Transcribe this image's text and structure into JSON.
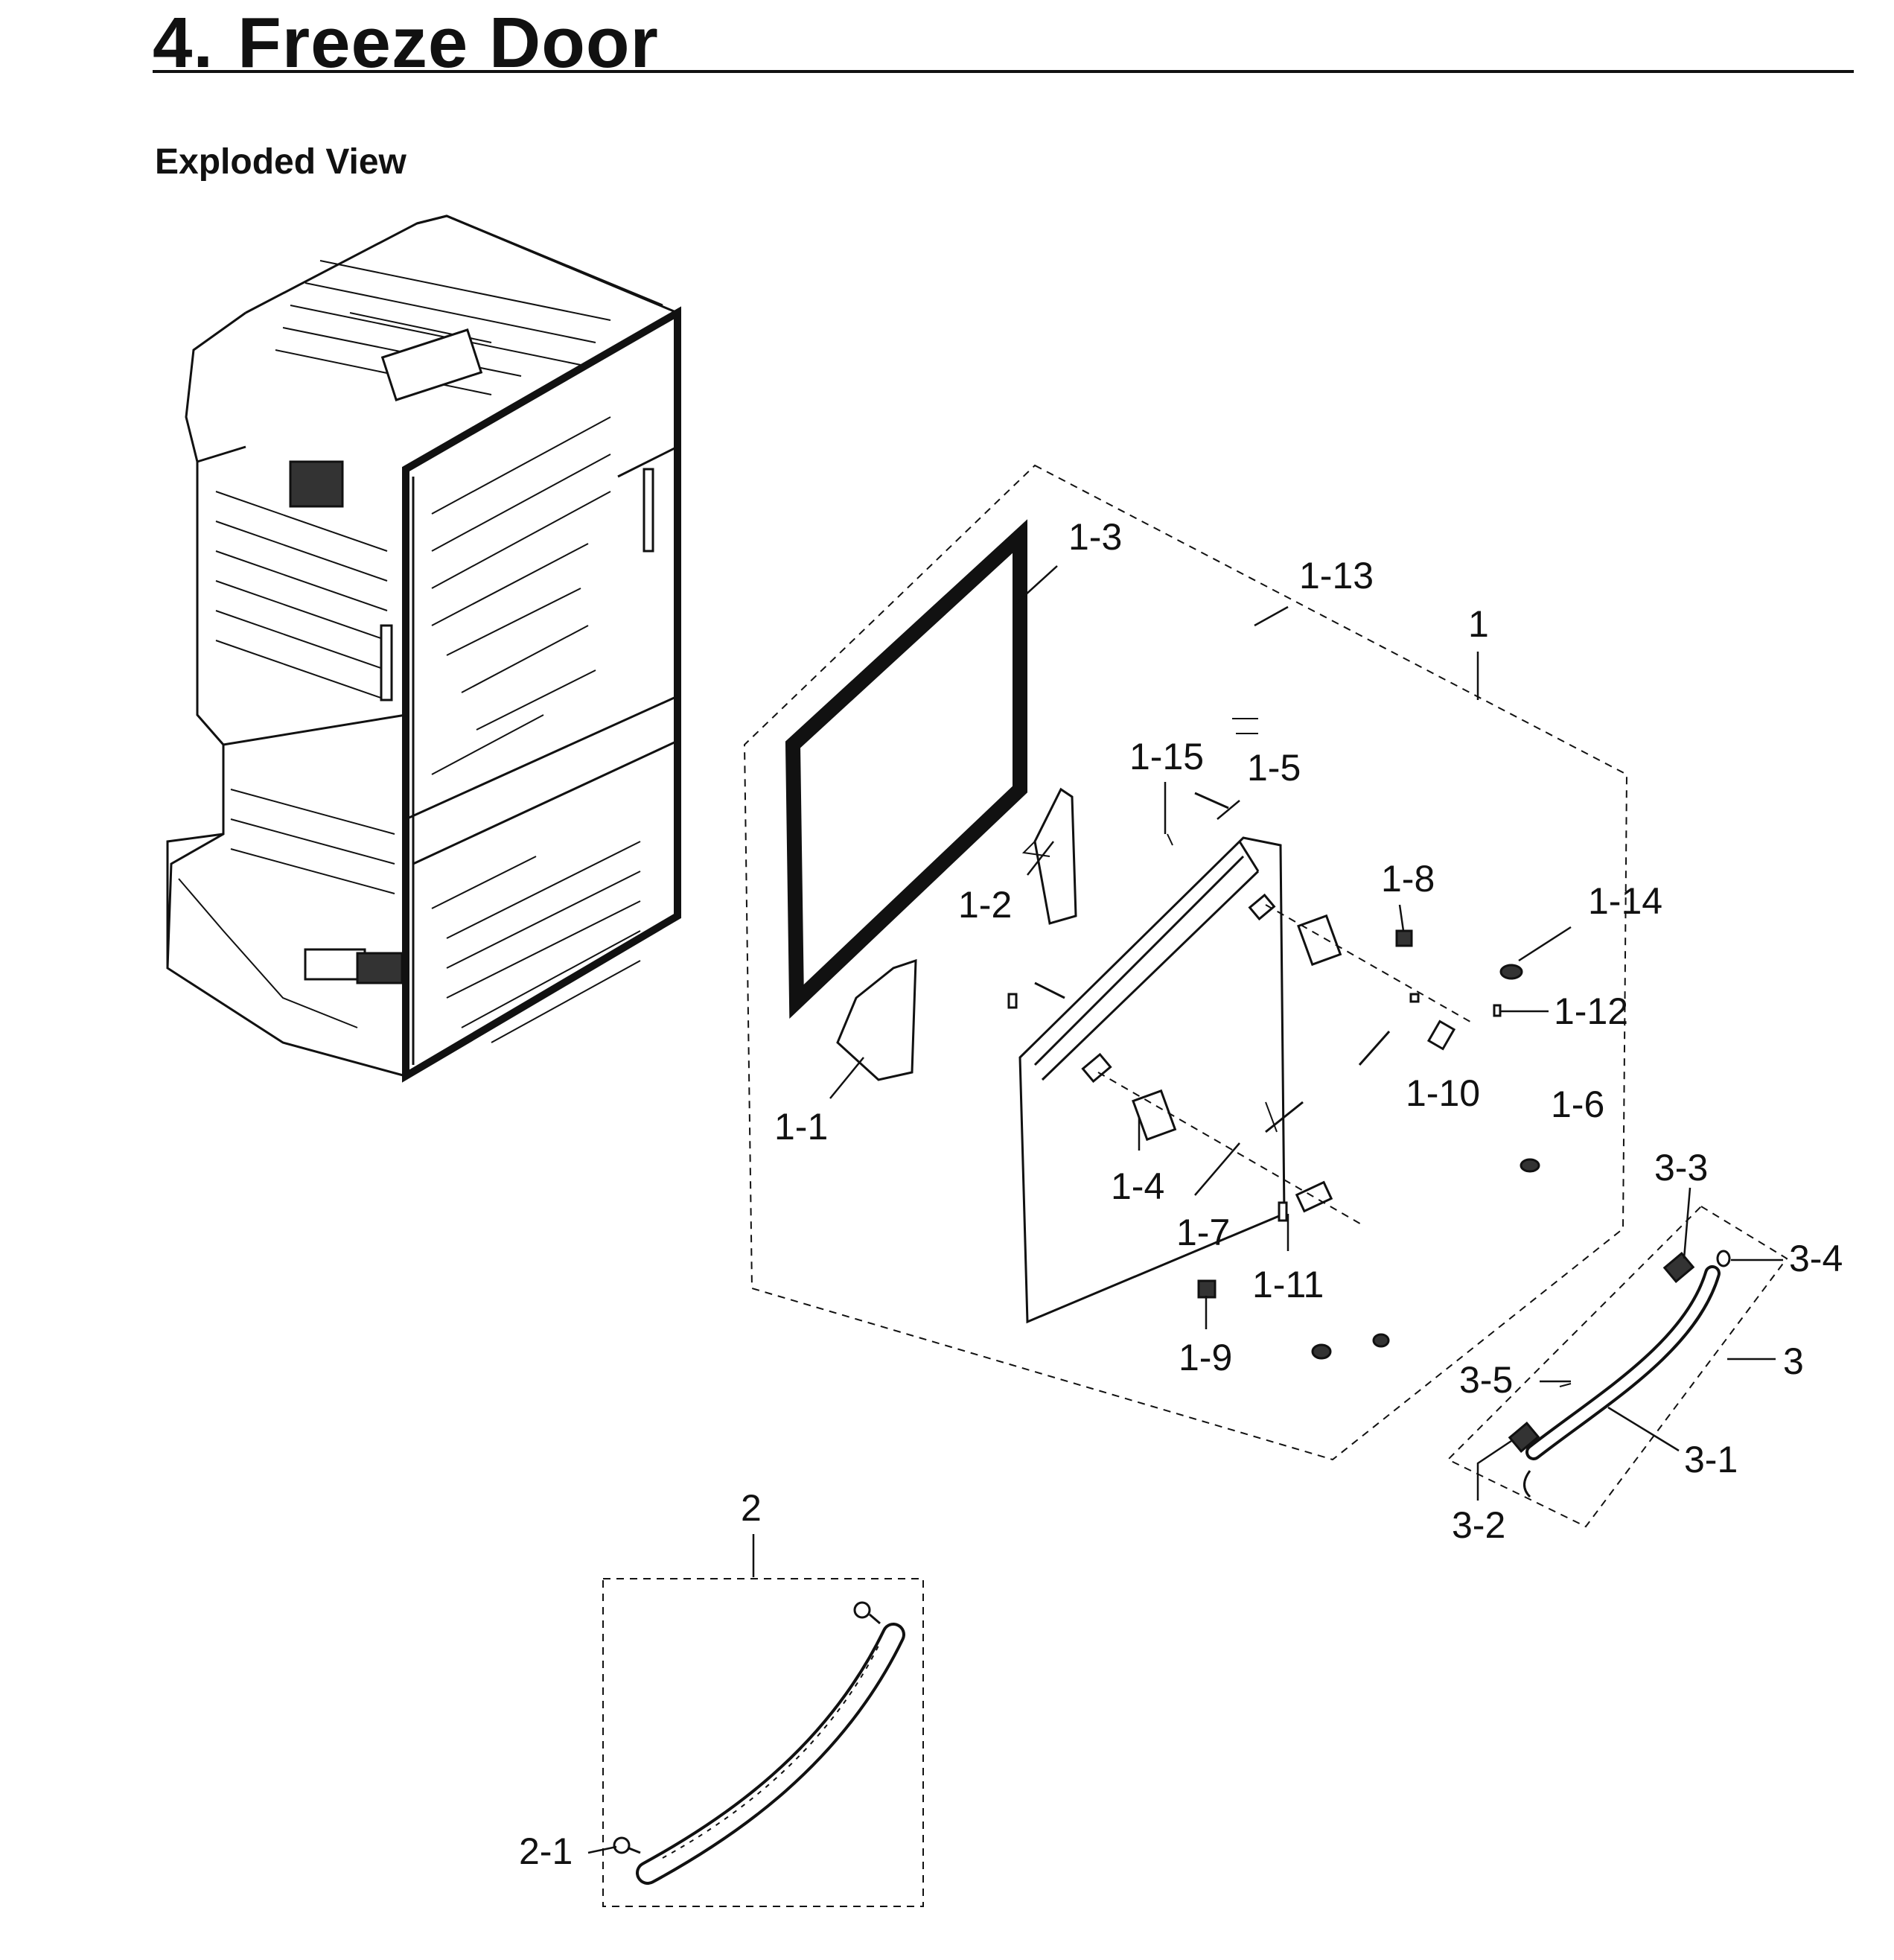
{
  "section": {
    "number": "4.",
    "title": "Freeze Door",
    "subtitle": "Exploded View"
  },
  "callouts": {
    "c1_3": "1-3",
    "c1_13": "1-13",
    "c1": "1",
    "c1_15": "1-15",
    "c1_5": "1-5",
    "c1_2": "1-2",
    "c1_8": "1-8",
    "c1_14": "1-14",
    "c1_12": "1-12",
    "c1_10": "1-10",
    "c1_6": "1-6",
    "c1_1": "1-1",
    "c1_4": "1-4",
    "c1_7": "1-7",
    "c1_11": "1-11",
    "c1_9": "1-9",
    "c3_3": "3-3",
    "c3_4": "3-4",
    "c3": "3",
    "c3_5": "3-5",
    "c3_1": "3-1",
    "c3_2": "3-2",
    "c2": "2",
    "c2_1": "2-1"
  }
}
